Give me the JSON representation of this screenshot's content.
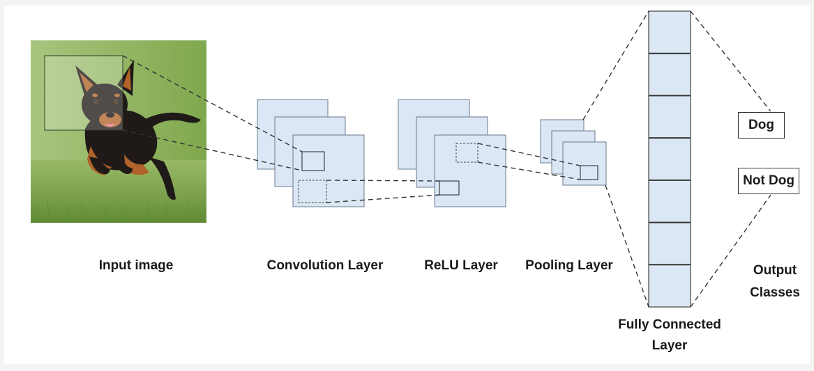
{
  "labels": {
    "input_image": "Input image",
    "convolution_layer": "Convolution Layer",
    "relu_layer": "ReLU Layer",
    "pooling_layer": "Pooling Layer",
    "fully_connected_line1": "Fully Connected",
    "fully_connected_line2": "Layer",
    "output_line1": "Output",
    "output_line2": "Classes"
  },
  "output_classes": [
    "Dog",
    "Not Dog"
  ],
  "fully_connected_units": 7,
  "colors": {
    "background": "#ffffff",
    "feature_map_fill": "#dbe7f5",
    "feature_map_stroke": "#6b7a8c",
    "connector": "#333333",
    "photo_grass": "#7fa652",
    "photo_dog": "#1f1a17"
  },
  "icons": {
    "input_photo": "dog-photo-icon"
  }
}
